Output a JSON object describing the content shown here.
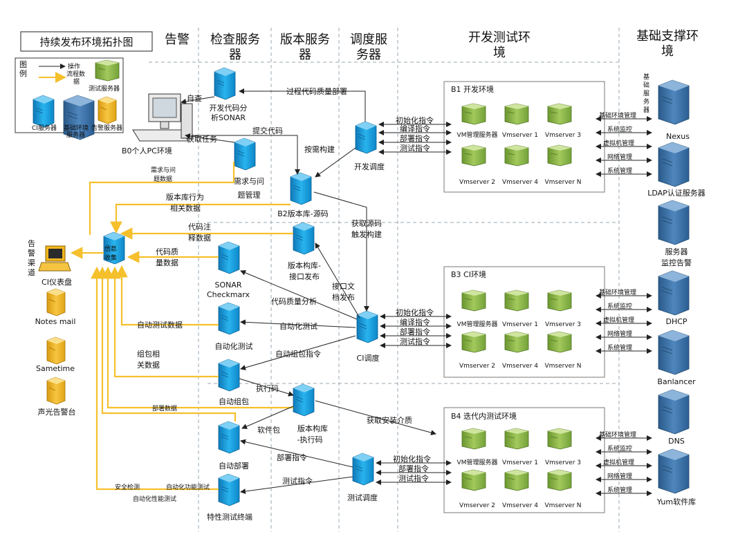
{
  "title": "持续发布环境拓扑图",
  "columns": {
    "alarm": "告警",
    "check1": "检查服务",
    "check2": "器",
    "version1": "版本服务",
    "version2": "器",
    "sched1": "调度服",
    "sched2": "务器",
    "devtest1": "开发测试环",
    "devtest2": "境",
    "base1": "基础支撑环",
    "base2": "境"
  },
  "legend": {
    "title1": "图",
    "title2": "例",
    "op": "操作",
    "flow1": "流程数",
    "flow2": "据",
    "test_server": "测试服务器",
    "ci_server": "CI服务器",
    "base1": "基础环境",
    "base2": "服务器",
    "alarm_server": "告警服务器"
  },
  "pc": {
    "label": "B0个人PC环境",
    "self": "自查",
    "get_task": "获取任务",
    "submit": "提交代码"
  },
  "check": {
    "dev_sonar1": "开发代码分",
    "dev_sonar2": "析SONAR",
    "req1": "需求与问",
    "req2": "题管理",
    "sonar1": "SONAR",
    "sonar2": "Checkmarx",
    "auto_test": "自动化测试",
    "auto_pack": "自动组包",
    "auto_deploy": "自动部署",
    "feature": "特性测试终端"
  },
  "version": {
    "src": "B2版本库-源码",
    "iface1": "版本构库-",
    "iface2": "接口发布",
    "exec1": "版本构库",
    "exec2": "-执行码"
  },
  "sched": {
    "dev": "开发调度",
    "ci": "CI调度",
    "test": "测试调度"
  },
  "env": {
    "b1": "B1 开发环境",
    "b3": "B3 CI环境",
    "b4": "B4 迭代内测试环境",
    "vm_mgr": "VM管理服务器",
    "vm1": "Vmserver 1",
    "vm3": "Vmserver 3",
    "vm2": "Vmserver 2",
    "vm4": "Vmserver 4",
    "vmn": "Vmserver N"
  },
  "base": {
    "svc1": "基",
    "svc2": "础",
    "svc3": "服",
    "svc4": "务",
    "svc5": "器",
    "nexus": "Nexus",
    "ldap": "LDAP认证服务器",
    "mon1": "服务器",
    "mon2": "监控告警",
    "dhcp": "DHCP",
    "banlancer": "Banlancer",
    "dns": "DNS",
    "yum": "Yum软件库"
  },
  "alarm": {
    "collect1": "信息",
    "collect2": "收集",
    "ch1": "告",
    "ch2": "警",
    "ch3": "渠",
    "ch4": "道",
    "ci_board": "CI仪表盘",
    "notes": "Notes mail",
    "sametime": "Sametime",
    "light": "声光告警台"
  },
  "edges": {
    "process_deploy": "过程代码质量部署",
    "req_data1": "需求与问",
    "req_data2": "题数据",
    "ver_data1": "版本库行为",
    "ver_data2": "相关数据",
    "comment1": "代码注",
    "comment2": "释数据",
    "quality1": "代码质",
    "quality2": "量数据",
    "auto_data": "自动测试数据",
    "pack_data1": "组包相",
    "pack_data2": "关数据",
    "deploy_data": "部署数据",
    "security": "安全检测",
    "perf": "自动化性能测试",
    "reg": "自动化功能测试",
    "trigger": "按需构建",
    "get_src1": "获取源码",
    "get_src2": "触发构建",
    "iface_pub1": "接口文",
    "iface_pub2": "档发布",
    "quality_an": "代码质量分析",
    "auto_test_e": "自动化测试",
    "auto_pack_e": "自动组包指令",
    "exec_code": "执行码",
    "pkg": "软件包",
    "get_media": "获取安装介质",
    "deploy_cmd": "部署指令",
    "test_cmd": "测试指令",
    "init_cmd": "初始化指令",
    "compile_cmd": "编译指令",
    "deploy_cmd2": "部署指令",
    "test_cmd2": "测试指令",
    "base_mgr": "基础环境管理",
    "sys_mon": "系统监控",
    "vm_mgr": "虚拟机管理",
    "net_mgr": "网络管理",
    "sys_mgr": "系统管理"
  },
  "colors": {
    "ci": "#1aa3e0",
    "base": "#3d74a8",
    "alarm": "#f2b51d",
    "vm": "#8ab545",
    "flow": "#f5c02c"
  }
}
